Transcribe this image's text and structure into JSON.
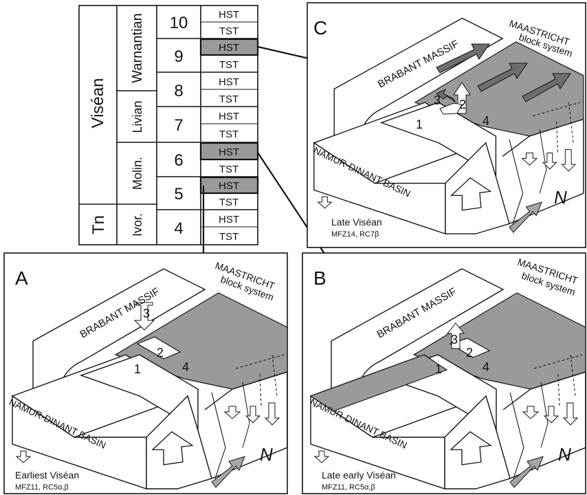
{
  "strat_table": {
    "units": [
      {
        "name": "Tn",
        "stages": [
          {
            "name": "Ivor.",
            "sequences": [
              4
            ]
          }
        ]
      },
      {
        "name": "Viséan",
        "stages": [
          {
            "name": "Molin.",
            "sequences": [
              5,
              6
            ]
          },
          {
            "name": "Livian",
            "sequences": [
              7,
              8
            ]
          },
          {
            "name": "Warnantian",
            "sequences": [
              9,
              10
            ]
          }
        ]
      }
    ],
    "systems_tracts": [
      "HST",
      "TST"
    ],
    "highlighted": [
      {
        "sequence": 5,
        "tract": "HST",
        "panel": "A"
      },
      {
        "sequence": 6,
        "tract": "HST",
        "panel": "B"
      },
      {
        "sequence": 9,
        "tract": "HST",
        "panel": "C"
      }
    ],
    "highlight_color": "#9a9a9a"
  },
  "labels": {
    "tn": "Tn",
    "visean": "Viséan",
    "ivor": "Ivor.",
    "molin": "Molin.",
    "livian": "Livian",
    "warnantian": "Warnantian",
    "hst": "HST",
    "tst": "TST",
    "seq4": "4",
    "seq5": "5",
    "seq6": "6",
    "seq7": "7",
    "seq8": "8",
    "seq9": "9",
    "seq10": "10"
  },
  "panels": {
    "A": {
      "letter": "A",
      "brabant": "BRABANT MASSIF",
      "maastricht_1": "MAASTRICHT",
      "maastricht_2": "block system",
      "namur": "NAMUR-DINANT BASIN",
      "age": "Earliest Viséan",
      "zones": "MFZ11, RC5α,β",
      "block_1": "1",
      "block_2": "2",
      "block_3": "3",
      "block_4": "4",
      "north": "N"
    },
    "B": {
      "letter": "B",
      "brabant": "BRABANT MASSIF",
      "maastricht_1": "MAASTRICHT",
      "maastricht_2": "block system",
      "namur": "NAMUR-DINANT BASIN",
      "age": "Late early Viséan",
      "zones": "MFZ11, RC5α,β",
      "block_1": "1",
      "block_2": "2",
      "block_3": "3",
      "block_4": "4",
      "north": "N"
    },
    "C": {
      "letter": "C",
      "brabant": "BRABANT MASSIF",
      "maastricht_1": "MAASTRICHT",
      "maastricht_2": "block system",
      "namur": "NAMUR-DINANT BASIN",
      "age": "Late Viséan",
      "zones": "MFZ14, RC7β",
      "block_1": "1",
      "block_2": "2",
      "block_3": "3",
      "block_4": "4",
      "north": "N"
    }
  },
  "colors": {
    "shelf_gray": "#9a9a9a",
    "arrow_dark": "#6e6e6e",
    "arrow_light": "#a6a6a6",
    "line": "#111111"
  }
}
